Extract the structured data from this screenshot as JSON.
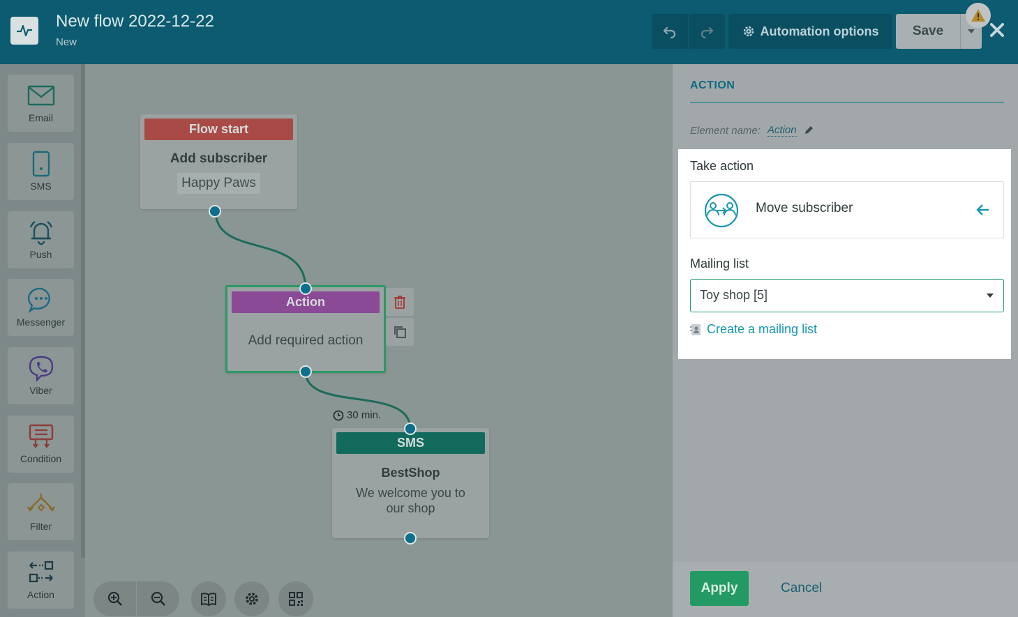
{
  "header": {
    "title": "New flow 2022-12-22",
    "status": "New",
    "automation_options": "Automation options",
    "save": "Save"
  },
  "sidebar": {
    "items": [
      {
        "label": "Email",
        "icon": "email-icon"
      },
      {
        "label": "SMS",
        "icon": "sms-icon"
      },
      {
        "label": "Push",
        "icon": "push-bell-icon"
      },
      {
        "label": "Messenger",
        "icon": "messenger-icon"
      },
      {
        "label": "Viber",
        "icon": "viber-icon"
      },
      {
        "label": "Condition",
        "icon": "condition-icon"
      },
      {
        "label": "Filter",
        "icon": "filter-icon"
      },
      {
        "label": "Action",
        "icon": "action-icon"
      }
    ]
  },
  "canvas": {
    "flow_start": {
      "header": "Flow start",
      "title": "Add subscriber",
      "tag": "Happy Paws"
    },
    "action_node": {
      "header": "Action",
      "body": "Add required action"
    },
    "sms_node": {
      "header": "SMS",
      "title": "BestShop",
      "body": "We welcome you to our shop"
    },
    "delay": "30 min."
  },
  "panel": {
    "title": "ACTION",
    "element_name_label": "Element name:",
    "element_name_value": "Action",
    "take_action_label": "Take action",
    "take_action_value": "Move subscriber",
    "mailing_list_label": "Mailing list",
    "mailing_list_value": "Toy shop [5]",
    "create_link": "Create a mailing list",
    "apply": "Apply",
    "cancel": "Cancel"
  },
  "colors": {
    "header_bg": "#0c5b70",
    "flow_start": "#a84a46",
    "action": "#8a4a96",
    "sms": "#116a5c",
    "accent": "#1796b0",
    "apply": "#239a63"
  }
}
